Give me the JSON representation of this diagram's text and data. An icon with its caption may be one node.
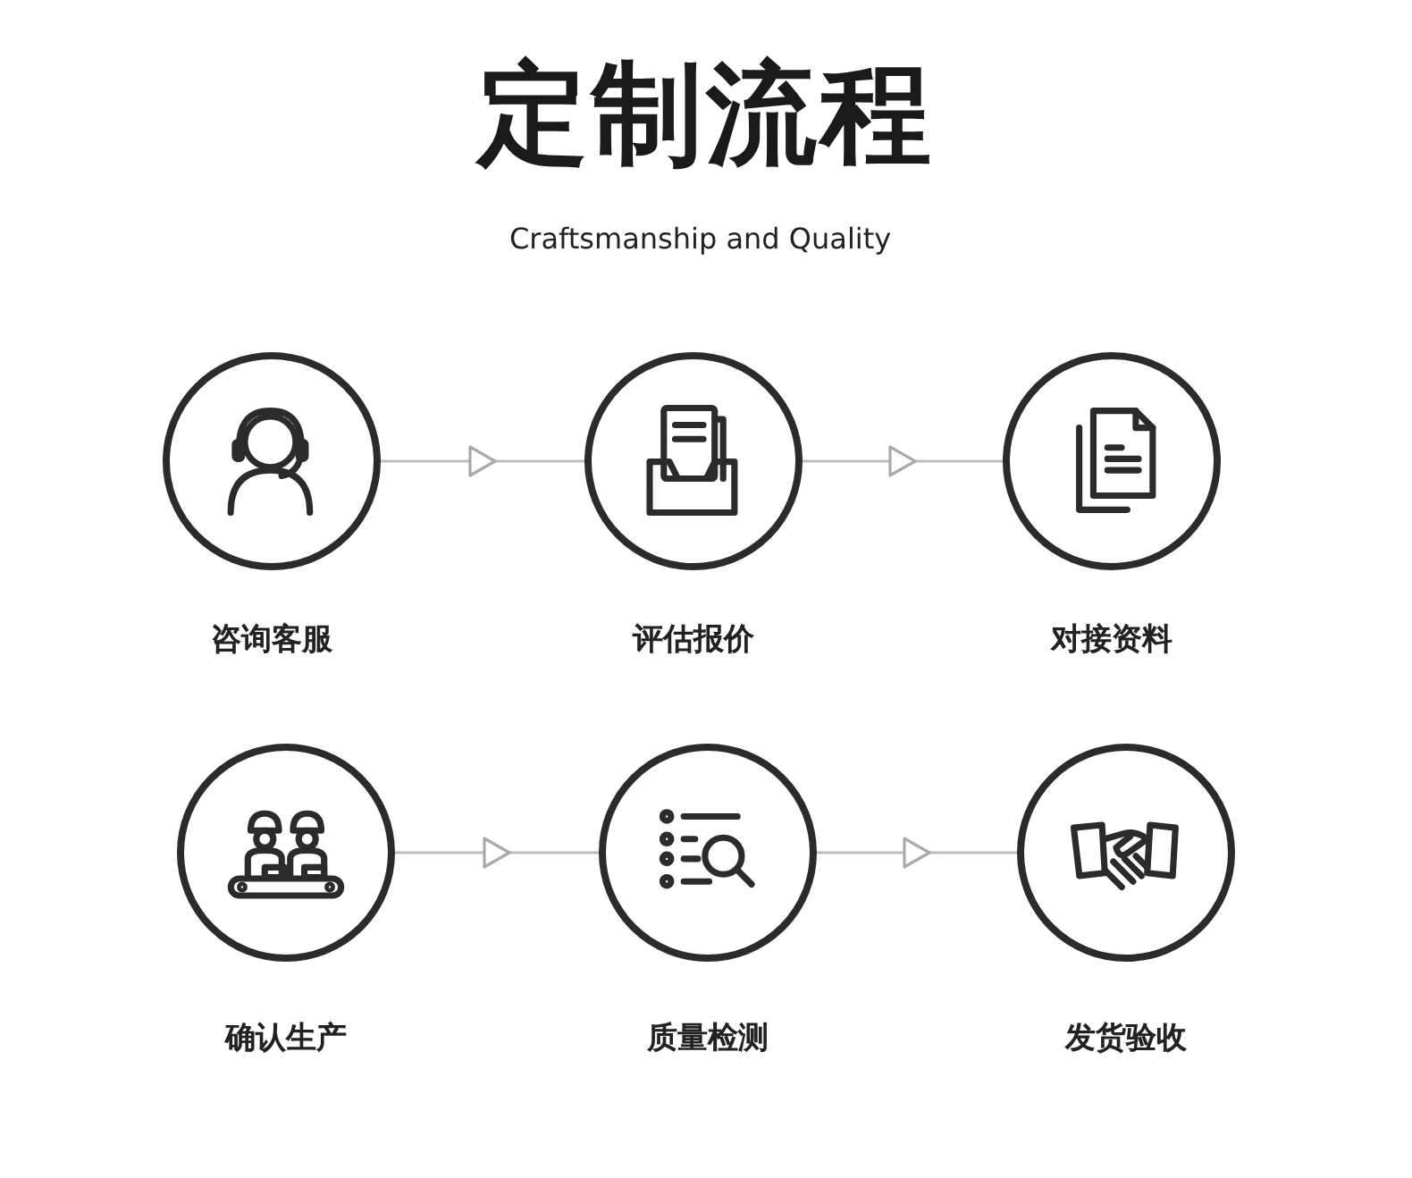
{
  "diagram": {
    "title": "定制流程",
    "nodes": [
      {
        "text": [],
        "shape": "circle",
        "beside": [
          "咨询客服"
        ]
      },
      {
        "text": [],
        "shape": "circle",
        "beside": [
          "评估报价"
        ]
      },
      {
        "text": [],
        "shape": "circle",
        "beside": [
          "对接资料"
        ]
      },
      {
        "text": [],
        "shape": "circle",
        "beside": [
          "确认生产"
        ]
      },
      {
        "text": [],
        "shape": "circle",
        "beside": [
          "质量检测"
        ]
      },
      {
        "text": [],
        "shape": "circle",
        "beside": [
          "发货验收"
        ]
      }
    ],
    "edges": [
      {
        "from": 0,
        "to": 1,
        "arrow": "to"
      },
      {
        "from": 1,
        "to": 2,
        "arrow": "to"
      },
      {
        "from": 3,
        "to": 4,
        "arrow": "to"
      },
      {
        "from": 4,
        "to": 5,
        "arrow": "to"
      }
    ],
    "labels": [
      "Craftsmanship and Quality"
    ]
  }
}
